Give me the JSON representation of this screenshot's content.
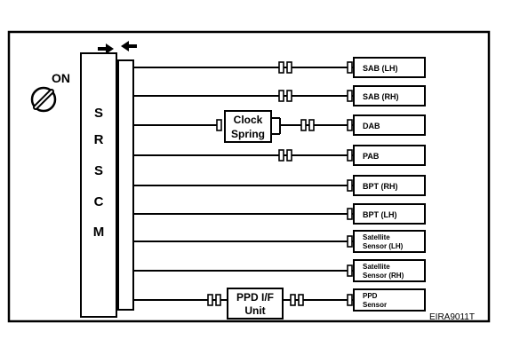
{
  "ignition": {
    "label": "ON"
  },
  "module": {
    "letters": [
      "S",
      "R",
      "S",
      "C",
      "M"
    ]
  },
  "intermediate": {
    "clock_spring": [
      "Clock",
      "Spring"
    ],
    "ppd_unit": [
      "PPD I/F",
      "Unit"
    ]
  },
  "components": [
    {
      "lines": [
        "SAB (LH)"
      ]
    },
    {
      "lines": [
        "SAB (RH)"
      ]
    },
    {
      "lines": [
        "DAB"
      ]
    },
    {
      "lines": [
        "PAB"
      ]
    },
    {
      "lines": [
        "BPT (RH)"
      ]
    },
    {
      "lines": [
        "BPT (LH)"
      ]
    },
    {
      "lines": [
        "Satellite",
        "Sensor (LH)"
      ]
    },
    {
      "lines": [
        "Satellite",
        "Sensor (RH)"
      ]
    },
    {
      "lines": [
        "PPD",
        "Sensor"
      ]
    }
  ],
  "figure_code": "EIRA9011T"
}
